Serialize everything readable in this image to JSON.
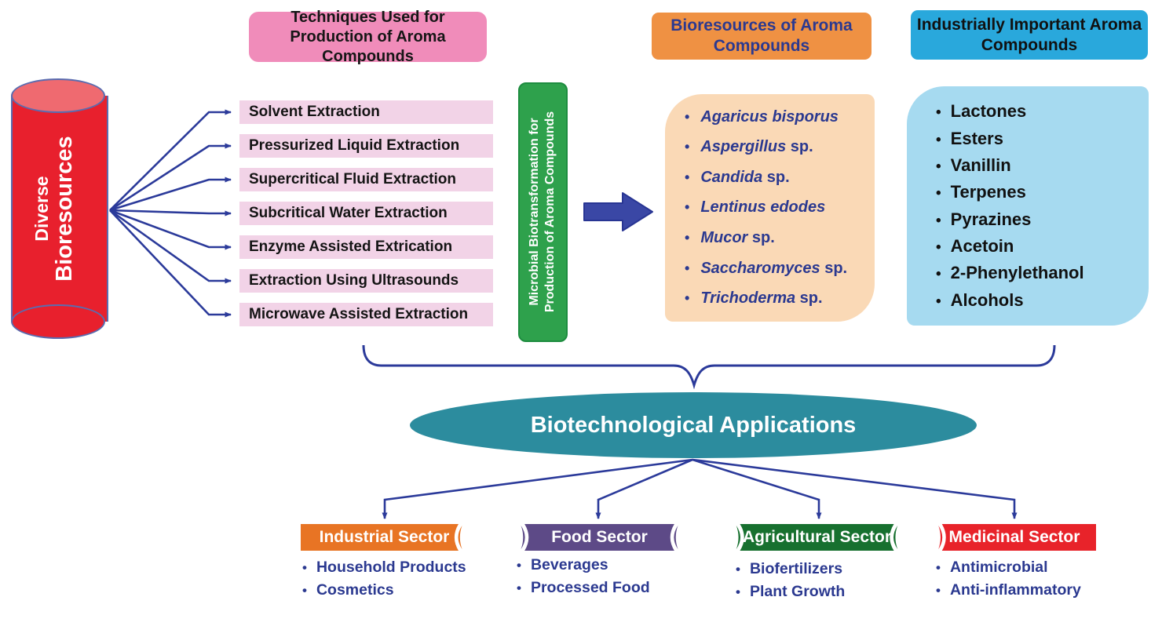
{
  "figure": {
    "type": "flow-diagram",
    "topic": "Production and applications of aroma compounds"
  },
  "colors": {
    "cylinder_red": "#e8202d",
    "cylinder_top_red": "#ef6a70",
    "pink_header": "#f08cba",
    "pink_row": "#f2d3e7",
    "green_box": "#2ea14c",
    "orange_header": "#ef9143",
    "peach_box": "#fad9b6",
    "blue_header": "#29a8dc",
    "light_blue_box": "#a6daf0",
    "teal_ellipse": "#2c8c9e",
    "arrow_navy": "#2b3a9a",
    "navy_text": "#2b3990",
    "sector_industrial": "#e87424",
    "sector_food": "#5d4a87",
    "sector_agricultural": "#17702f",
    "sector_medicinal": "#e8232a"
  },
  "icons": {
    "block_arrow_right": "→",
    "fan_arrowheads": "➤",
    "curly_brace_down": "︸"
  },
  "cylinder": {
    "line1": "Diverse",
    "line2": "Bioresources"
  },
  "techniques": {
    "header": "Techniques Used for Production of Aroma Compounds",
    "items": [
      "Solvent Extraction",
      "Pressurized Liquid Extraction",
      "Supercritical Fluid Extraction",
      "Subcritical Water Extraction",
      "Enzyme Assisted Extrication",
      "Extraction Using Ultrasounds",
      "Microwave Assisted Extraction"
    ]
  },
  "microbial": {
    "label": "Microbial Biotransformation for Production of Aroma Compounds"
  },
  "bioresources": {
    "header": "Bioresources of Aroma Compounds",
    "items": [
      {
        "italic": "Agaricus bisporus",
        "rest": ""
      },
      {
        "italic": "Aspergillus",
        "rest": " sp."
      },
      {
        "italic": "Candida",
        "rest": " sp."
      },
      {
        "italic": "Lentinus edodes",
        "rest": ""
      },
      {
        "italic": "Mucor",
        "rest": " sp."
      },
      {
        "italic": "Saccharomyces",
        "rest": " sp."
      },
      {
        "italic": "Trichoderma",
        "rest": " sp."
      }
    ]
  },
  "industrial_compounds": {
    "header": "Industrially Important Aroma Compounds",
    "items": [
      "Lactones",
      "Esters",
      "Vanillin",
      "Terpenes",
      "Pyrazines",
      "Acetoin",
      "2-Phenylethanol",
      "Alcohols"
    ]
  },
  "applications": {
    "label": "Biotechnological Applications"
  },
  "sectors": [
    {
      "label": "Industrial Sector",
      "color": "#e87424",
      "items": [
        "Household Products",
        "Cosmetics"
      ]
    },
    {
      "label": "Food Sector",
      "color": "#5d4a87",
      "items": [
        "Beverages",
        "Processed Food"
      ]
    },
    {
      "label": "Agricultural Sector",
      "color": "#17702f",
      "items": [
        "Biofertilizers",
        "Plant Growth"
      ]
    },
    {
      "label": "Medicinal Sector",
      "color": "#e8232a",
      "items": [
        "Antimicrobial",
        "Anti-inflammatory"
      ]
    }
  ]
}
